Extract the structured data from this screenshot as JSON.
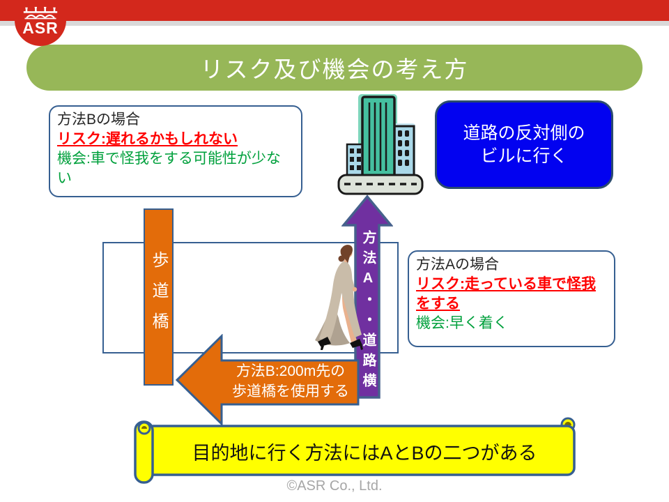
{
  "slide": {
    "logo": {
      "text": "ASR",
      "icon": "bridge-icon"
    },
    "title": "リスク及び機会の考え方",
    "method_b_box": {
      "heading": "方法Bの場合",
      "risk": "リスク:遅れるかもしれない",
      "opportunity": "機会:車で怪我をする可能性が少ない"
    },
    "goal_box": {
      "line1": "道路の反対側の",
      "line2": "ビルに行く"
    },
    "method_a_box": {
      "heading": "方法Aの場合",
      "risk": "リスク:走っている車で怪我をする",
      "opportunity": "機会:早く着く"
    },
    "pedestrian_bridge_bar": "歩道橋",
    "method_a_arrow_label": "方法A・・道路横",
    "method_b_arrow": {
      "line1": "方法B:200m先の",
      "line2": "歩道橋を使用する"
    },
    "banner": "目的地に行く方法にはAとBの二つがある",
    "footer": "©ASR Co., Ltd.",
    "icons": {
      "logo": "bridge-icon",
      "building": "city-building-icon",
      "person": "walking-woman-icon"
    },
    "colors": {
      "bar_red": "#D3281C",
      "title_green": "#97B758",
      "box_border_blue": "#365F91",
      "goal_blue": "#0202F0",
      "arrow_purple": "#7030A0",
      "shape_orange": "#E36C0A",
      "banner_yellow": "#FFFF00",
      "risk_red": "#FF0000",
      "opportunity_green": "#00A03C"
    }
  }
}
